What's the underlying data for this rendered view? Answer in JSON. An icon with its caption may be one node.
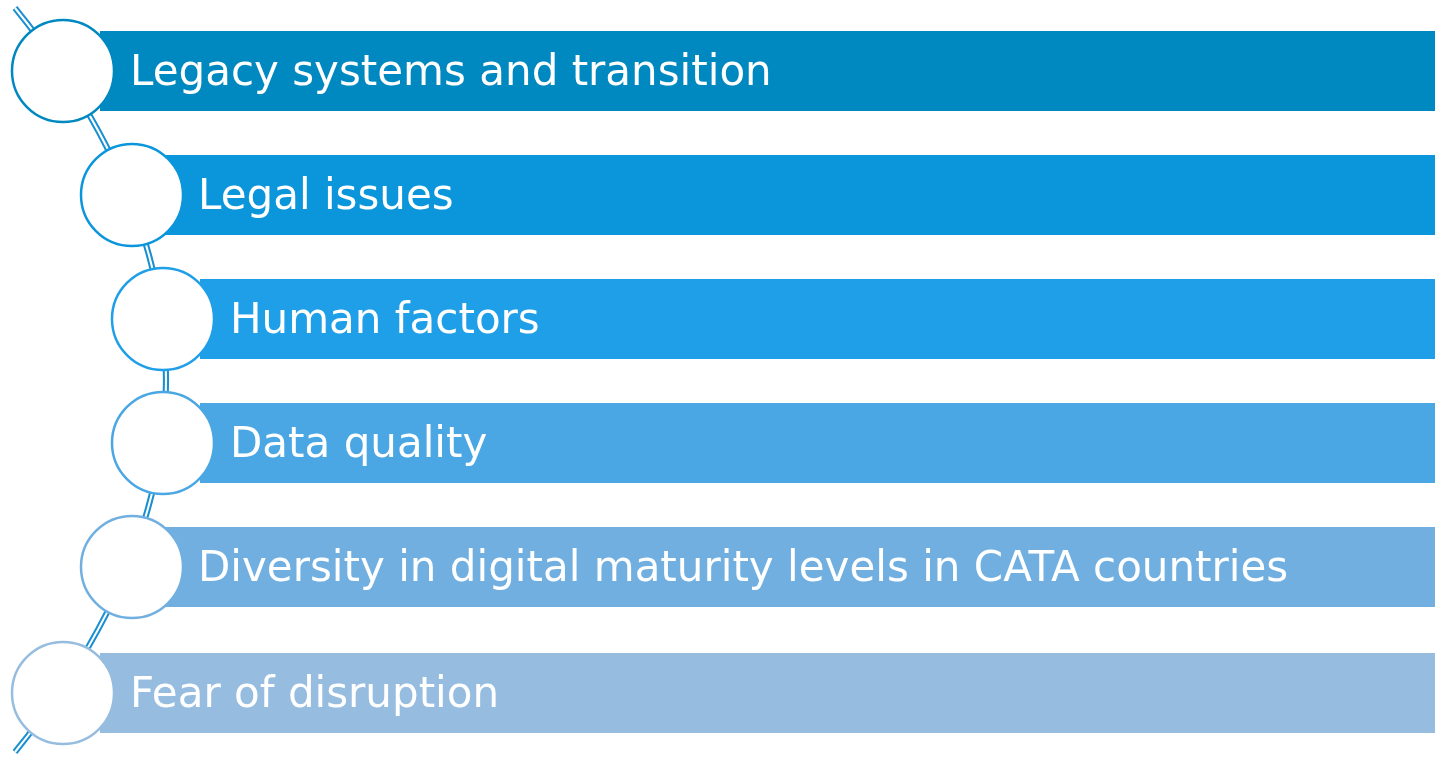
{
  "diagram": {
    "nodes": [
      {
        "text": [
          "Legacy systems and transition"
        ]
      },
      {
        "text": [
          "Legal issues"
        ]
      },
      {
        "text": [
          "Human factors"
        ]
      },
      {
        "text": [
          "Data quality"
        ]
      },
      {
        "text": [
          "Diversity in digital maturity levels in CATA countries"
        ]
      },
      {
        "text": [
          "Fear of disruption"
        ]
      }
    ]
  }
}
